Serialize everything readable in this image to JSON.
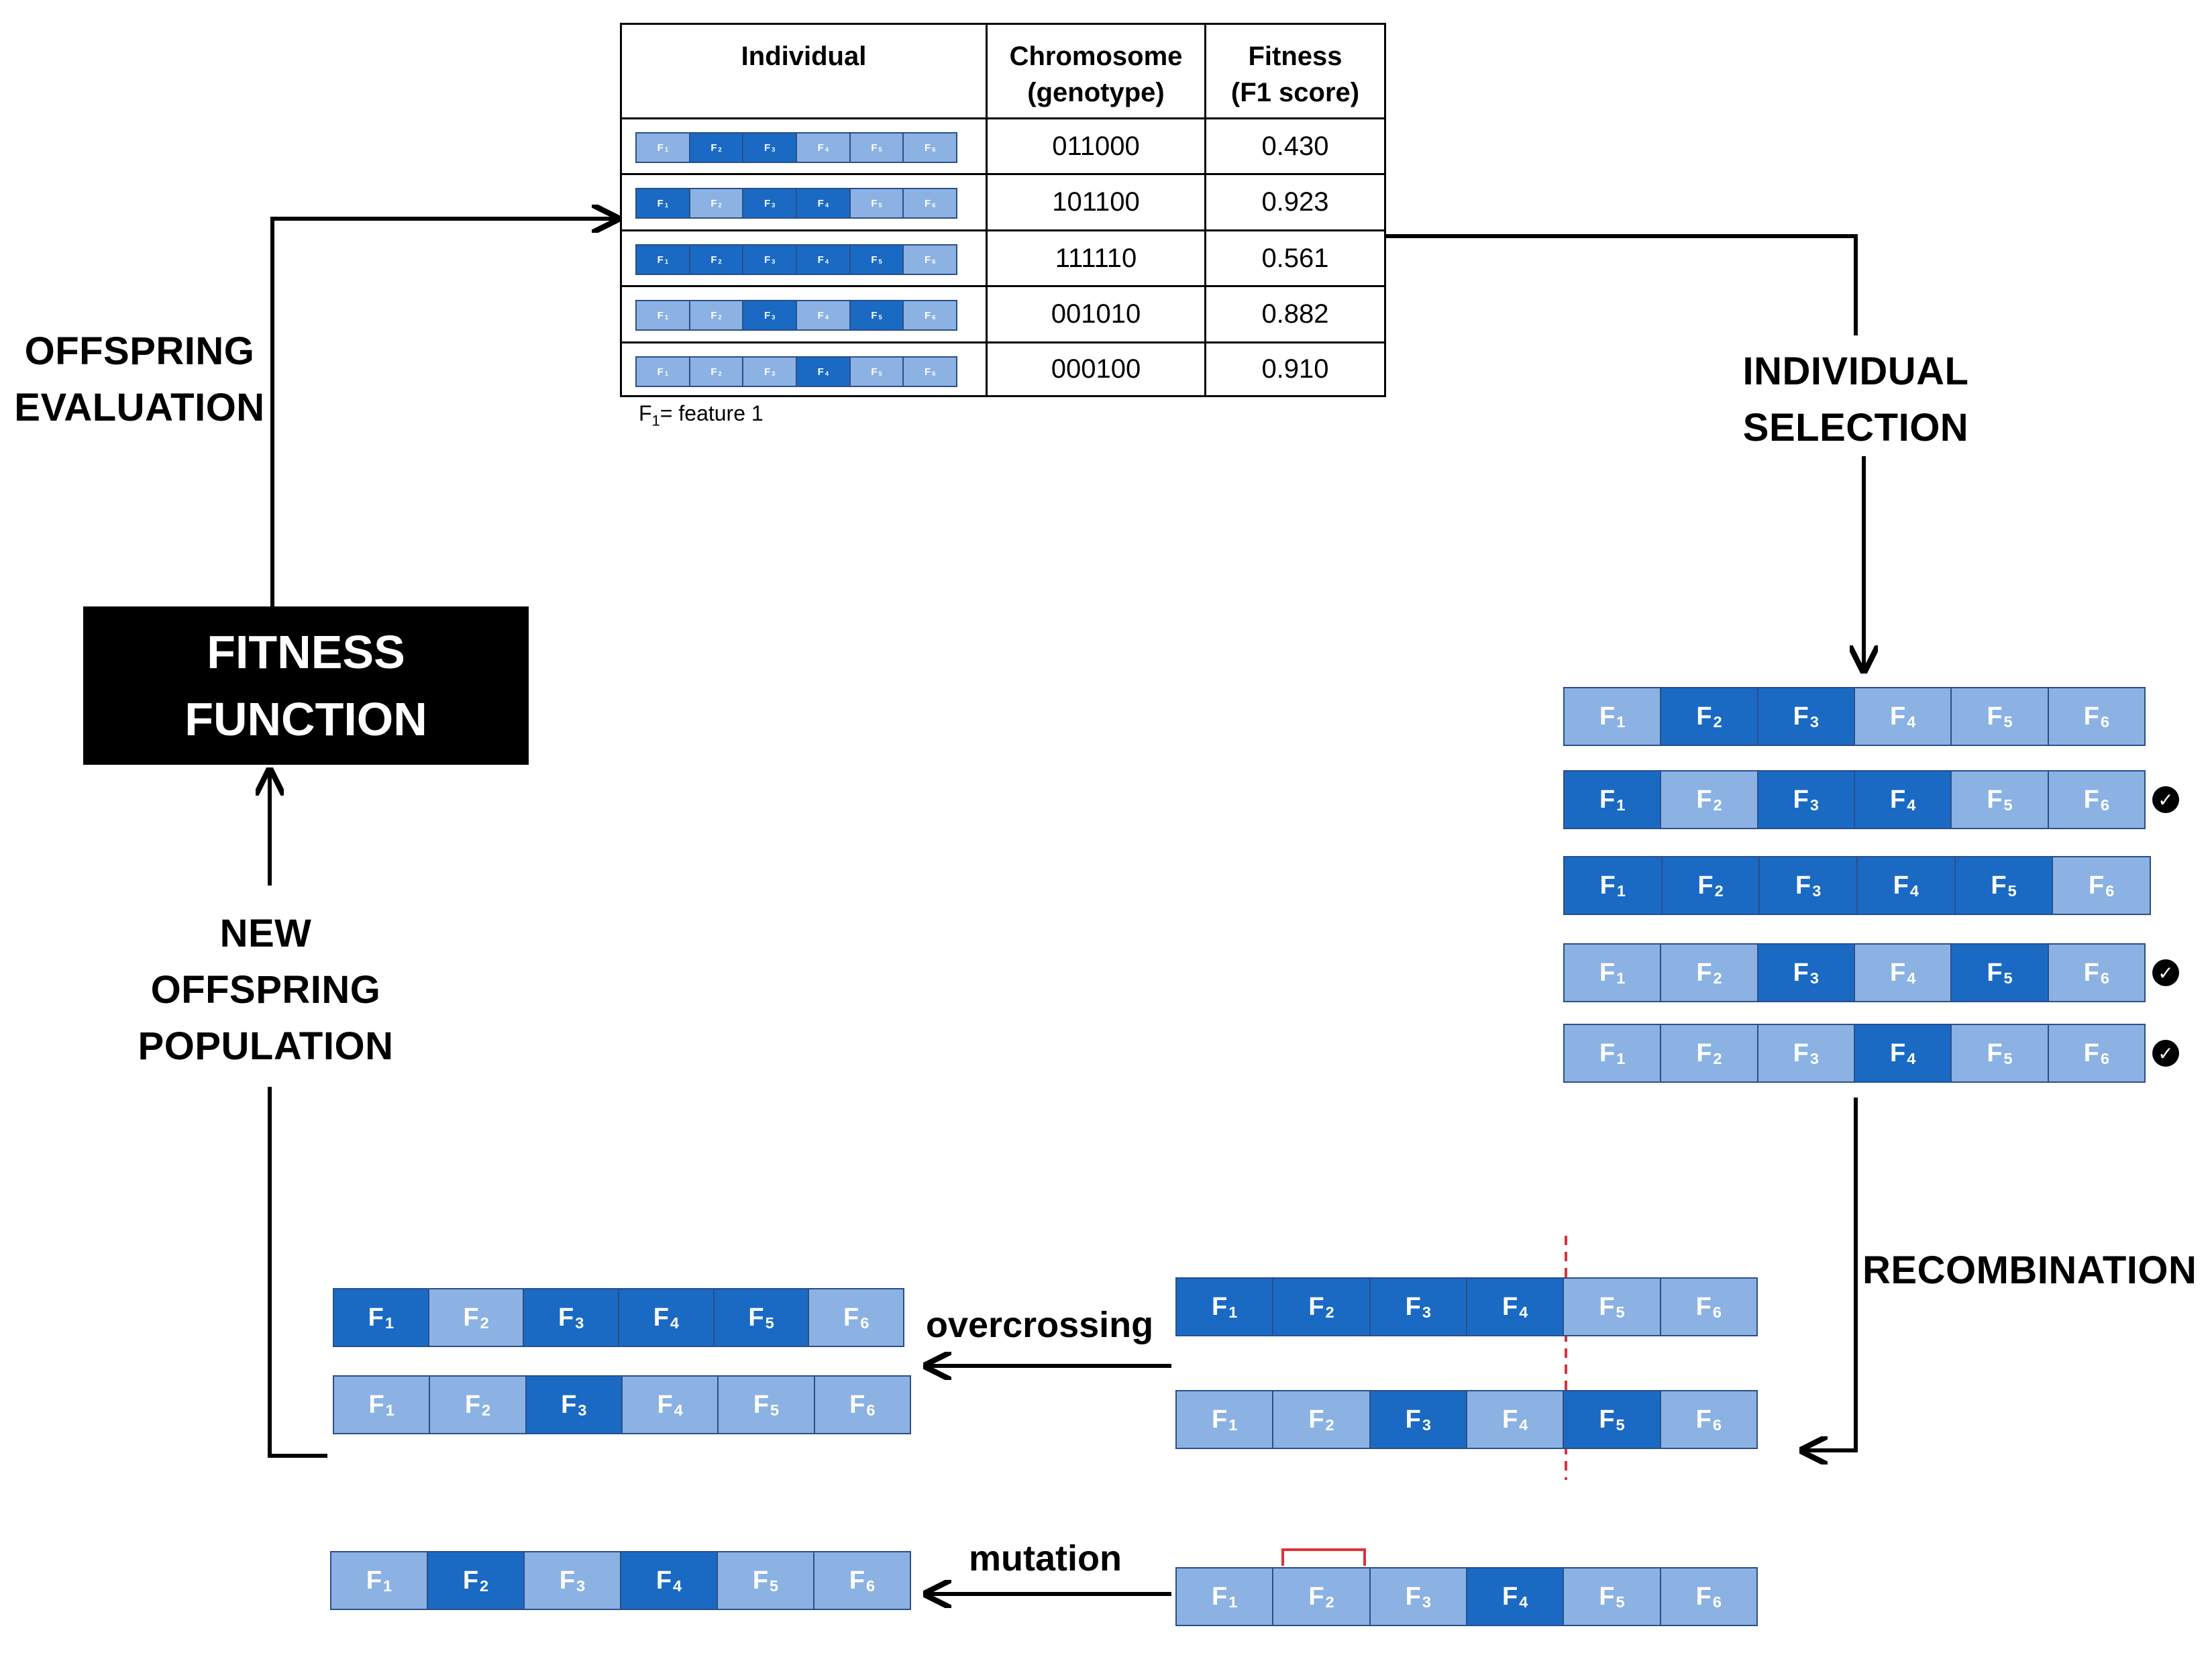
{
  "labels": {
    "offspring_evaluation": [
      "OFFSPRING",
      "EVALUATION"
    ],
    "individual_selection": [
      "INDIVIDUAL",
      "SELECTION"
    ],
    "fitness_function": [
      "FITNESS",
      "FUNCTION"
    ],
    "new_offspring_population": [
      "NEW",
      "OFFSPRING",
      "POPULATION"
    ],
    "recombination": "RECOMBINATION",
    "overcrossing": "overcrossing",
    "mutation": "mutation"
  },
  "table": {
    "headers": {
      "individual": "Individual",
      "chromosome": [
        "Chromosome",
        "(genotype)"
      ],
      "fitness": [
        "Fitness",
        "(F1 score)"
      ]
    },
    "rows": [
      {
        "chromosome": "011000",
        "fitness": "0.430"
      },
      {
        "chromosome": "101100",
        "fitness": "0.923"
      },
      {
        "chromosome": "111110",
        "fitness": "0.561"
      },
      {
        "chromosome": "001010",
        "fitness": "0.882"
      },
      {
        "chromosome": "000100",
        "fitness": "0.910"
      }
    ],
    "footnote": {
      "base": "F",
      "sub": "1",
      "rest": "= feature 1"
    }
  },
  "gene_letter": "F",
  "gene_indices": [
    "1",
    "2",
    "3",
    "4",
    "5",
    "6"
  ],
  "colors": {
    "selected_gene": "#1a6ac4",
    "unselected_gene": "#8bb2e3",
    "cut_line": "#e0303a",
    "bracket": "#e0303a"
  },
  "selection": {
    "chromosomes": [
      "011000",
      "101100",
      "111110",
      "001010",
      "000100"
    ],
    "selected": [
      false,
      true,
      false,
      true,
      true
    ],
    "check_icon": "check-circle-icon"
  },
  "recombination": {
    "parents": [
      "111100",
      "001010"
    ],
    "offspring": [
      "101110",
      "001000"
    ]
  },
  "mutation": {
    "parent": "000100",
    "offspring": "010100"
  }
}
